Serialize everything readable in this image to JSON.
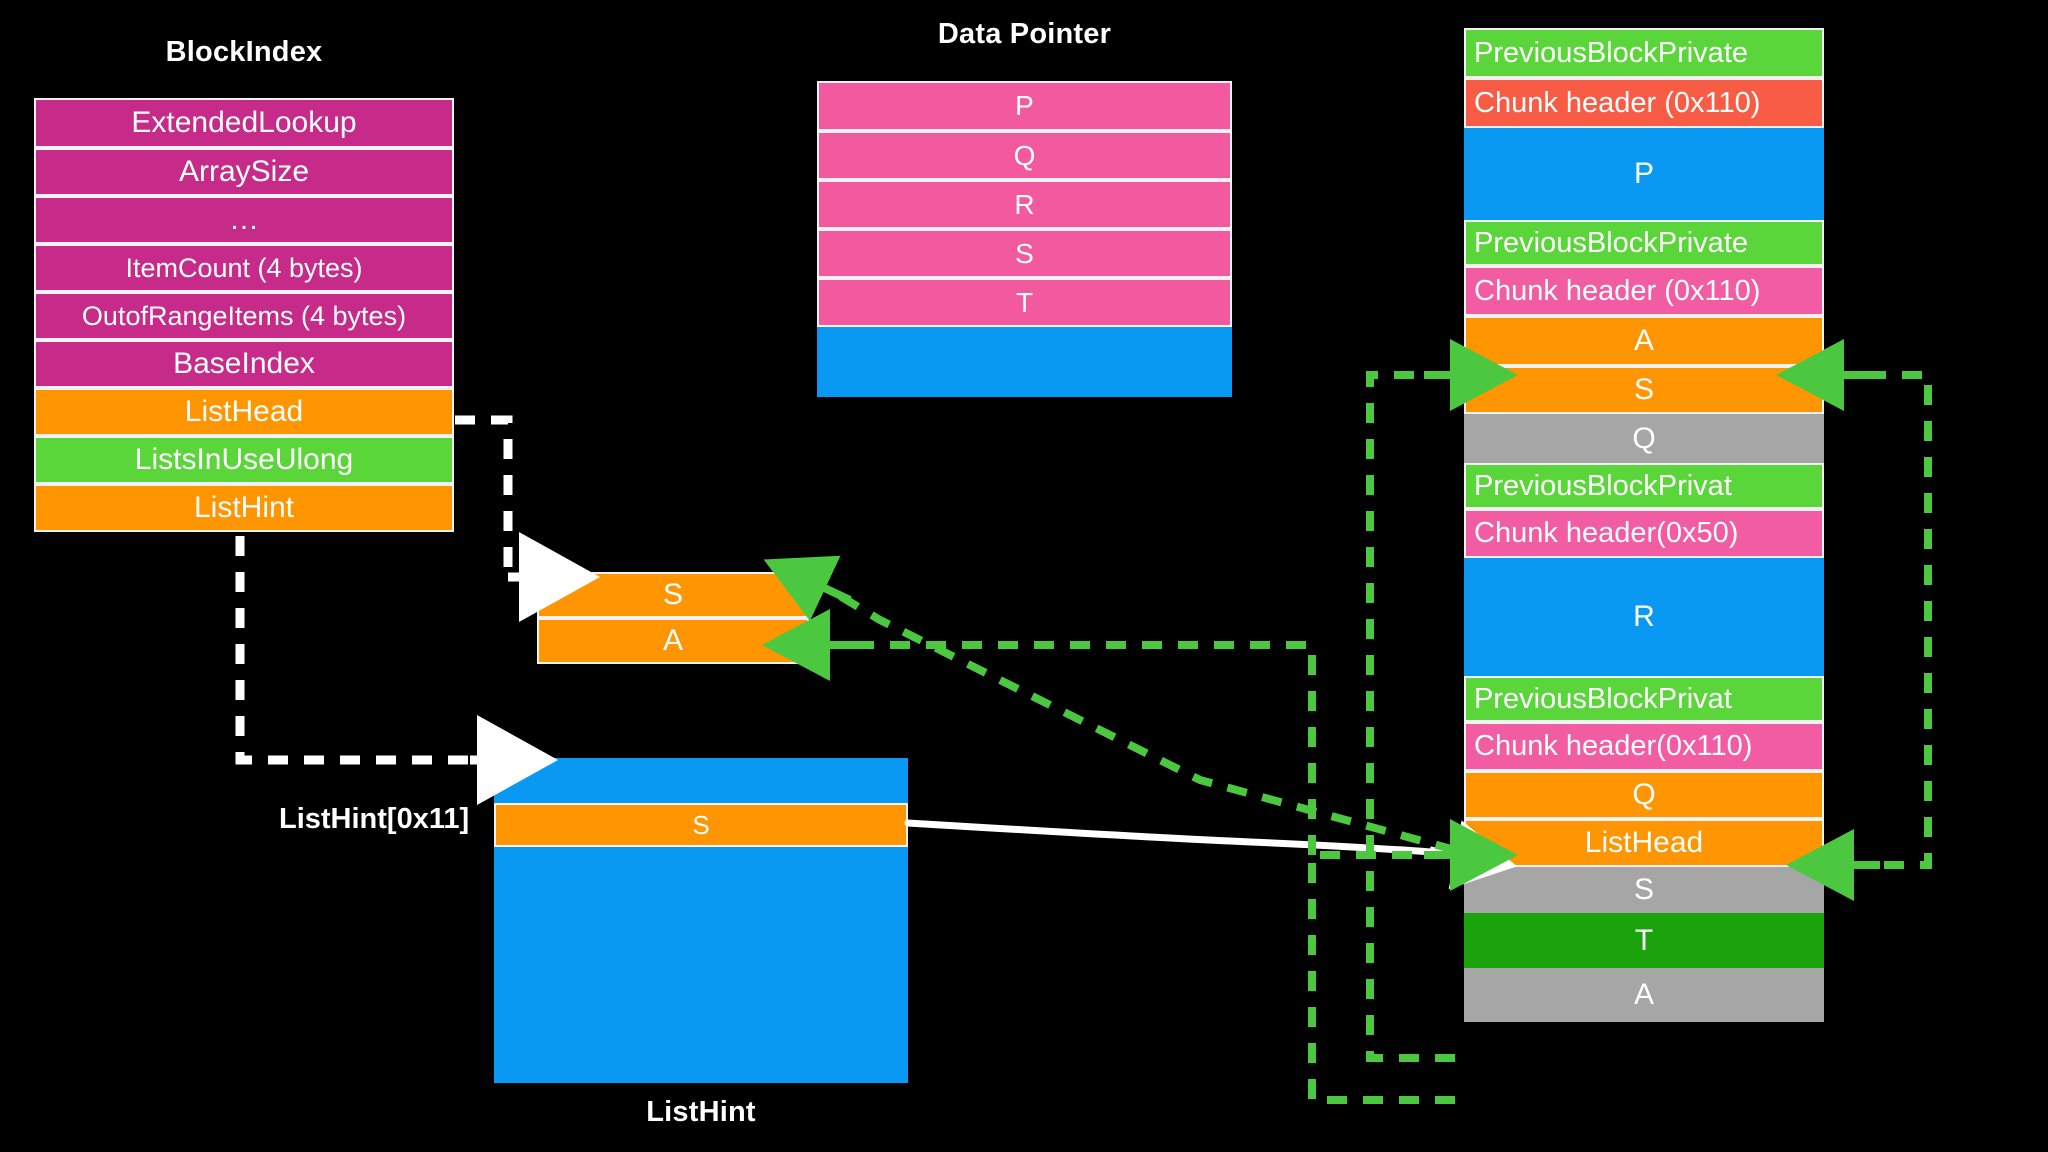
{
  "meta": {
    "background": "#000000",
    "palette": {
      "magenta": "#C62B8A",
      "orange": "#FF9500",
      "lime": "#5BD63A",
      "pink": "#F2599E",
      "blue": "#0A99F2",
      "tomato": "#F95C44",
      "hotpink": "#F25CA2",
      "gray": "#A6A6A6",
      "darkgreen": "#1BA30C",
      "arrow_green": "#4CC740",
      "arrow_white": "#FFFFFF"
    }
  },
  "block_index": {
    "title": "BlockIndex",
    "rows": [
      {
        "label": "ExtendedLookup",
        "color": "magenta"
      },
      {
        "label": "ArraySize",
        "color": "magenta"
      },
      {
        "label": "…",
        "color": "magenta"
      },
      {
        "label": "ItemCount (4 bytes)",
        "color": "magenta"
      },
      {
        "label": "OutofRangeItems (4 bytes)",
        "color": "magenta"
      },
      {
        "label": "BaseIndex",
        "color": "magenta"
      },
      {
        "label": "ListHead",
        "color": "orange"
      },
      {
        "label": "ListsInUseUlong",
        "color": "lime"
      },
      {
        "label": "ListHint",
        "color": "orange"
      }
    ]
  },
  "data_pointer": {
    "title": "Data Pointer",
    "rows": [
      {
        "label": "P",
        "color": "pink"
      },
      {
        "label": "Q",
        "color": "pink"
      },
      {
        "label": "R",
        "color": "pink"
      },
      {
        "label": "S",
        "color": "pink"
      },
      {
        "label": "T",
        "color": "pink"
      },
      {
        "label": "",
        "color": "blue"
      }
    ]
  },
  "free_list_entry": {
    "rows": [
      {
        "label": "S",
        "color": "orange"
      },
      {
        "label": "A",
        "color": "orange"
      }
    ]
  },
  "list_hint": {
    "title": "ListHint",
    "index_label": "ListHint[0x11]",
    "body_color": "blue",
    "entry": {
      "label": "S",
      "color": "orange"
    }
  },
  "heap": {
    "rows": [
      {
        "label": "PreviousBlockPrivate",
        "color": "lime"
      },
      {
        "label": "Chunk header (0x110)",
        "color": "tomato"
      },
      {
        "label": "P",
        "color": "blue"
      },
      {
        "label": "PreviousBlockPrivate",
        "color": "lime"
      },
      {
        "label": "Chunk header (0x110)",
        "color": "hotpink"
      },
      {
        "label": "A",
        "color": "orange"
      },
      {
        "label": "S",
        "color": "orange"
      },
      {
        "label": "Q",
        "color": "gray"
      },
      {
        "label": "PreviousBlockPrivat",
        "color": "lime"
      },
      {
        "label": "Chunk header(0x50)",
        "color": "hotpink"
      },
      {
        "label": "R",
        "color": "blue"
      },
      {
        "label": "PreviousBlockPrivat",
        "color": "lime"
      },
      {
        "label": "Chunk header(0x110)",
        "color": "hotpink"
      },
      {
        "label": "Q",
        "color": "orange"
      },
      {
        "label": "ListHead",
        "color": "orange"
      },
      {
        "label": "S",
        "color": "gray"
      },
      {
        "label": "T",
        "color": "darkgreen"
      },
      {
        "label": "A",
        "color": "gray"
      }
    ]
  }
}
